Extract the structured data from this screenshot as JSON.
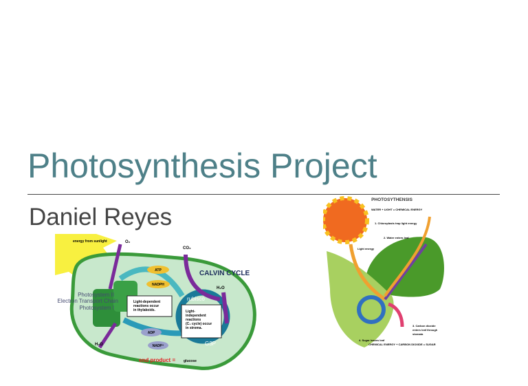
{
  "slide": {
    "title": "Photosynthesis Project",
    "subtitle": "Daniel Reyes"
  },
  "figure_left": {
    "energy": "energy from sunlight",
    "o2": "O₂",
    "co2": "CO₂",
    "calvin": "CALVIN CYCLE",
    "h2o_top": "H₂O",
    "h2o_bottom": "H₂O",
    "ps2": "Photosystem II",
    "etc": "Electron Transport Chain",
    "ps1": "Photosystem I",
    "atp": "ATP",
    "nadph": "NADPH",
    "adp": "ADP",
    "nadp": "NADP⁺",
    "rubisco": "rubisco",
    "g3p": "G3P",
    "light_dep": [
      "Light-dependent",
      "reactions occur",
      "in thylakoids."
    ],
    "light_indep": [
      "Light-",
      "independent",
      "reactions",
      "(C₃ cycle) occur",
      "in stroma."
    ],
    "end_product": "end product =",
    "glucose": "glucose"
  },
  "figure_right": {
    "title": "PHOTOSYTHENSIS",
    "equation_top": "WATER + LIGHT = CHEMICAL ENERGY",
    "step1": "1. Chloroplasts trap light energy",
    "step2": "2. Water enters leaf",
    "light": "Light energy",
    "step3": [
      "3. Carbon dioxide",
      "enters leaf through",
      "stomata"
    ],
    "step4": "4. Sugar leaves leaf",
    "equation_bottom": "CHEMICAL ENERGY + CARBON DIOXIDE = SUGAR"
  }
}
